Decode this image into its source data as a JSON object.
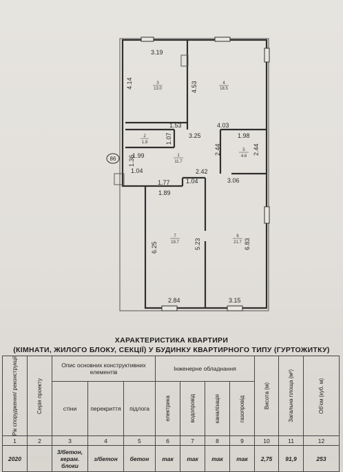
{
  "plan": {
    "dimensions": {
      "d_319": "3.19",
      "d_414": "4.14",
      "d_453": "4.53",
      "d_153": "1.53",
      "d_403": "4.03",
      "d_198": "1.98",
      "d_107": "1.07",
      "d_325": "3.25",
      "d_199": "1.99",
      "d_244a": "2.44",
      "d_244b": "2.44",
      "d_136": "1.36",
      "d_104a": "1.04",
      "d_242": "2.42",
      "d_177": "1.77",
      "d_104b": "1.04",
      "d_306": "3.06",
      "d_189": "1.89",
      "d_625": "6.25",
      "d_523": "5.23",
      "d_683": "6.83",
      "d_284": "2.84",
      "d_315": "3.15"
    },
    "rooms": [
      {
        "num": "3",
        "area": "13.0"
      },
      {
        "num": "4",
        "area": "18.5"
      },
      {
        "num": "2",
        "area": "1.8"
      },
      {
        "num": "1",
        "area": "11.7"
      },
      {
        "num": "5",
        "area": "4.6"
      },
      {
        "num": "7",
        "area": "19.7"
      },
      {
        "num": "6",
        "area": "21.7"
      }
    ],
    "marker": "86"
  },
  "title": {
    "line1": "ХАРАКТЕРИСТИКА КВАРТИРИ",
    "line2": "(КІМНАТИ, ЖИЛОГО БЛОКУ, СЕКЦІЇ) У БУДИНКУ КВАРТИРНОГО ТИПУ (ГУРТОЖИТКУ)"
  },
  "table": {
    "headers": {
      "year": "Рік спорудження/ реконструкції",
      "series": "Серія проекту",
      "desc_group": "Опис основних конструктивних елементів",
      "walls": "стіни",
      "floors": "перекриття",
      "flooring": "підлога",
      "eng_group": "Інженерне обладнання",
      "electric": "електрика",
      "water": "водопровід",
      "sewer": "каналізація",
      "gas": "газопровід",
      "height": "Висота (м)",
      "area": "Загальна площа (м²)",
      "volume": "Об'єм (куб. м)"
    },
    "col_numbers": [
      "1",
      "2",
      "3",
      "4",
      "5",
      "6",
      "7",
      "8",
      "9",
      "10",
      "11",
      "12"
    ],
    "values": {
      "year": "2020",
      "series": "",
      "walls": "3/бетон, керам. блоки",
      "floors": "з/бетон",
      "flooring": "бетон",
      "electric": "так",
      "water": "так",
      "sewer": "так",
      "gas": "так",
      "height": "2,75",
      "area": "91,9",
      "volume": "253"
    }
  }
}
